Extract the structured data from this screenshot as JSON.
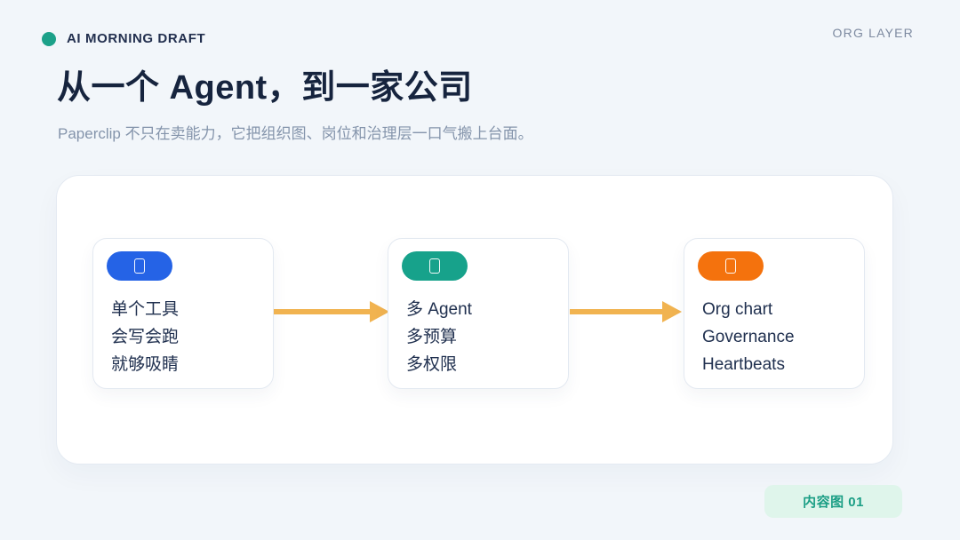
{
  "header": {
    "brand": "AI MORNING DRAFT",
    "brand_dot_color": "#1CA189",
    "tag": "ORG LAYER"
  },
  "hero": {
    "title": "从一个 Agent，到一家公司",
    "subtitle": "Paperclip 不只在卖能力，它把组织图、岗位和治理层一口气搬上台面。"
  },
  "flow": {
    "arrow_color": "#F1B350",
    "cards": [
      {
        "badge_icon": "placeholder-box-glyph",
        "badge_color": "#2563E6",
        "lines": [
          "单个工具",
          "会写会跑",
          "就够吸睛"
        ]
      },
      {
        "badge_icon": "placeholder-box-glyph",
        "badge_color": "#17A28B",
        "lines": [
          "多 Agent",
          "多预算",
          "多权限"
        ]
      },
      {
        "badge_icon": "placeholder-box-glyph",
        "badge_color": "#F4720D",
        "lines": [
          "Org chart",
          "Governance",
          "Heartbeats"
        ]
      }
    ]
  },
  "footer": {
    "badge_label": "内容图 01",
    "badge_bg": "#DFF5EB",
    "badge_text_color": "#1B9E85"
  }
}
